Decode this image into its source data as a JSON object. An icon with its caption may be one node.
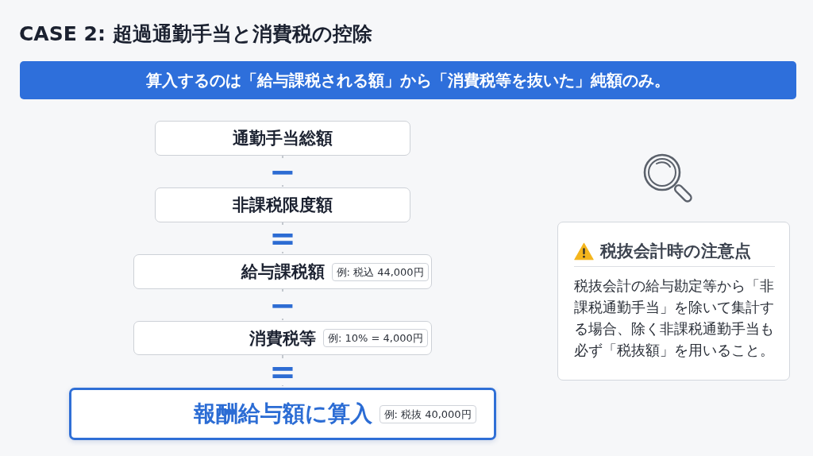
{
  "diagram": {
    "title": "CASE 2: 超過通勤手当と消費税の控除",
    "nodes": [
      {
        "text": [
          "算入するのは「給与課税される額」から「消費税等を抜いた」純額のみ。"
        ]
      },
      {
        "text": [
          "通勤手当総額"
        ]
      },
      {
        "text": [
          "非課税限度額"
        ]
      },
      {
        "text": [
          "給与課税額",
          "例: 税込 44,000円"
        ]
      },
      {
        "text": [
          "消費税等",
          "例: 10% = 4,000円"
        ]
      },
      {
        "text": [
          "報酬給与額に算入",
          "例: 税抜 40,000円"
        ]
      },
      {
        "text": [
          "税抜会計時の注意点",
          "税抜会計の給与勘定等から「非課税通勤手当」を除いて集計する場合、除く非課税通勤手当も必ず「税抜額」を用いること。"
        ]
      }
    ],
    "edges": [
      {
        "from": 1,
        "to": 2,
        "arrow": "none",
        "style": "dashed",
        "label": "−"
      },
      {
        "from": 2,
        "to": 3,
        "arrow": "none",
        "style": "dashed",
        "label": "="
      },
      {
        "from": 3,
        "to": 4,
        "arrow": "none",
        "style": "dashed",
        "label": "−"
      },
      {
        "from": 4,
        "to": 5,
        "arrow": "none",
        "style": "dashed",
        "label": "="
      }
    ]
  }
}
